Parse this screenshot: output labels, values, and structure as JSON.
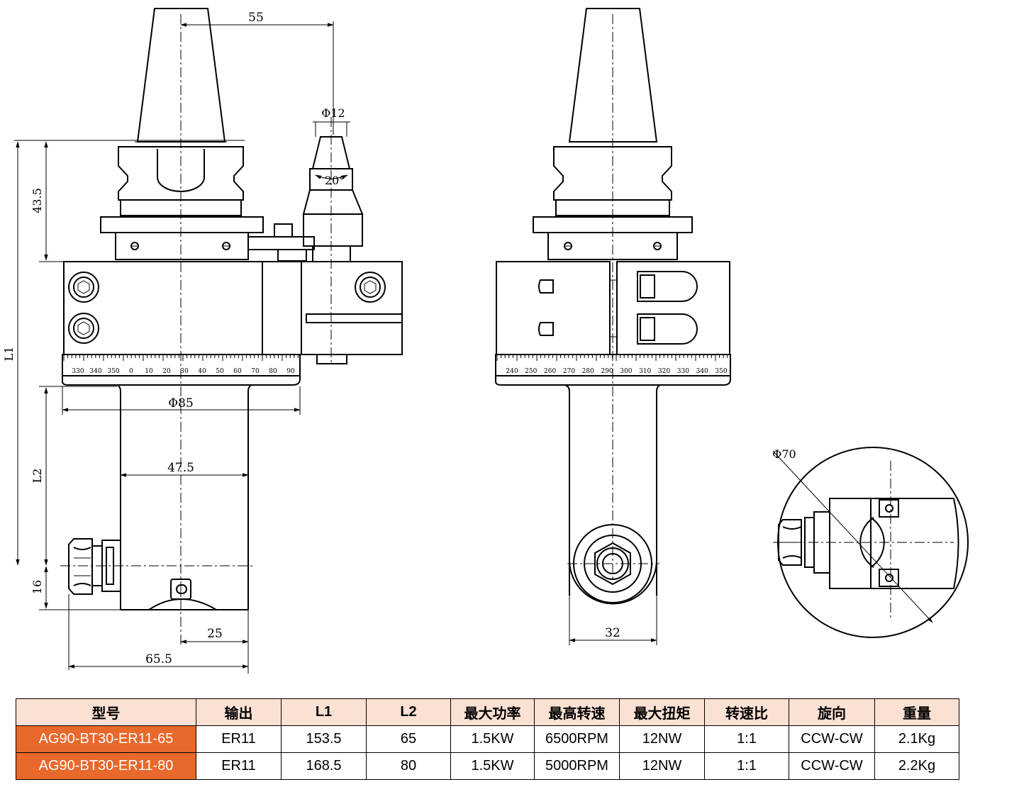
{
  "drawing": {
    "front_view": {
      "dim_offset": "55",
      "dim_nose_dia": "Φ12",
      "dim_angle": "20°",
      "dim_flange": "43.5",
      "dim_L1": "L1",
      "dim_body_dia": "Φ85",
      "dim_arm_width": "47.5",
      "dim_L2": "L2",
      "dim_nut": "16",
      "dim_center": "25",
      "dim_reach": "65.5",
      "scale_labels": [
        "330",
        "340",
        "350",
        "0",
        "10",
        "20",
        "30",
        "40",
        "50",
        "60",
        "70",
        "80",
        "90"
      ]
    },
    "side_view": {
      "dim_width": "32",
      "scale_labels": [
        "240",
        "250",
        "260",
        "270",
        "280",
        "290",
        "300",
        "310",
        "320",
        "330",
        "340",
        "350"
      ]
    },
    "bottom_view": {
      "dim_dia": "Φ70"
    }
  },
  "spec_table": {
    "headers": [
      "型号",
      "输出",
      "L1",
      "L2",
      "最大功率",
      "最高转速",
      "最大扭矩",
      "转速比",
      "旋向",
      "重量"
    ],
    "rows": [
      [
        "AG90-BT30-ER11-65",
        "ER11",
        "153.5",
        "65",
        "1.5KW",
        "6500RPM",
        "12NW",
        "1:1",
        "CCW-CW",
        "2.1Kg"
      ],
      [
        "AG90-BT30-ER11-80",
        "ER11",
        "168.5",
        "80",
        "1.5KW",
        "5000RPM",
        "12NW",
        "1:1",
        "CCW-CW",
        "2.2Kg"
      ]
    ],
    "colors": {
      "header_bg": "#fbe1d3",
      "model_bg": "#e8692b",
      "model_text": "#ffffff"
    }
  }
}
